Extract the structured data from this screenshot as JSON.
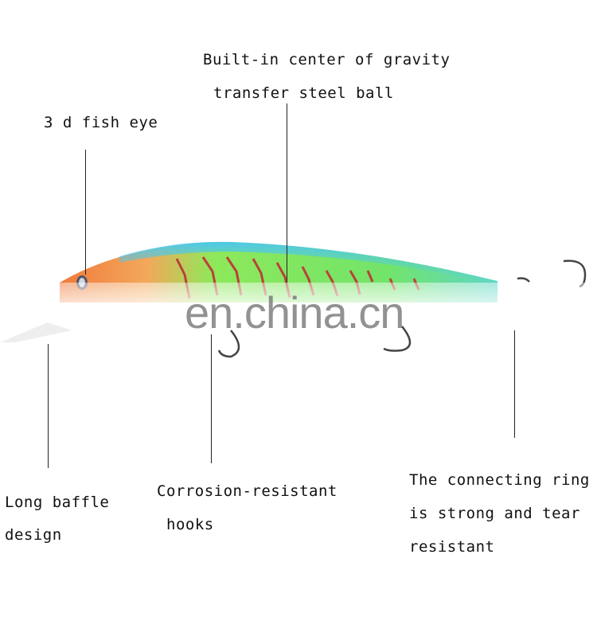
{
  "labels": {
    "gravity_line1": "Built-in center of gravity",
    "gravity_line2": "transfer steel ball",
    "fish_eye": "3 d fish eye",
    "baffle_line1": "Long baffle",
    "baffle_line2": "design",
    "hooks_line1": "Corrosion-resistant",
    "hooks_line2": "hooks",
    "ring_line1": "The connecting ring",
    "ring_line2": "is strong and tear",
    "ring_line3": "resistant"
  },
  "watermark": "en.china.cn",
  "colors": {
    "body_green": "#6fe05a",
    "back_blue": "#4fc8e8",
    "head_orange": "#f07a3c",
    "stripe_red": "#b8423a"
  }
}
